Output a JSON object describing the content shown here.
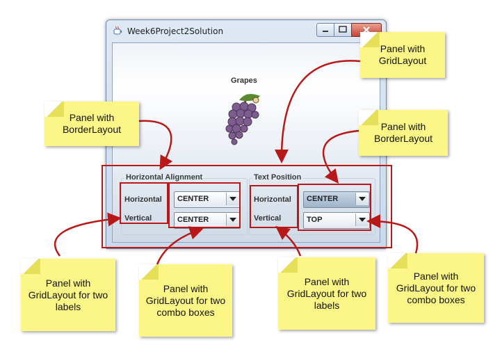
{
  "window": {
    "title": "Week6Project2Solution",
    "icons": [
      "java-app-icon",
      "minimize-icon",
      "maximize-icon",
      "close-icon"
    ]
  },
  "image_label": "Grapes",
  "groups": {
    "horizontal_alignment": {
      "title": "Horizontal Alignment",
      "labels": [
        "Horizontal",
        "Vertical"
      ],
      "combos": [
        "CENTER",
        "CENTER"
      ]
    },
    "text_position": {
      "title": "Text Position",
      "labels": [
        "Horizontal",
        "Vertical"
      ],
      "combos": [
        "CENTER",
        "TOP"
      ]
    }
  },
  "notes": {
    "grid_top": [
      "Panel with",
      "GridLayout"
    ],
    "border_left": [
      "Panel with",
      "BorderLayout"
    ],
    "border_right": [
      "Panel with",
      "BorderLayout"
    ],
    "labels_left": [
      "Panel with",
      "GridLayout for two",
      "labels"
    ],
    "combos_left": [
      "Panel with",
      "GridLayout for two",
      "combo boxes"
    ],
    "labels_right": [
      "Panel with",
      "GridLayout for two",
      "labels"
    ],
    "combos_right": [
      "Panel with",
      "GridLayout for two",
      "combo boxes"
    ]
  },
  "colors": {
    "annotation_red": "#b81818",
    "note_yellow": "#fbf685"
  }
}
